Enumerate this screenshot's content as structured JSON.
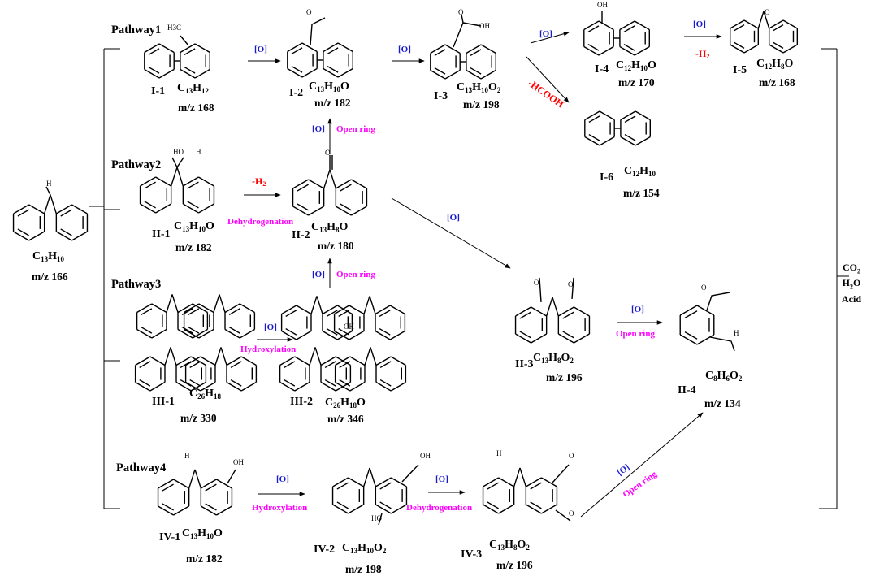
{
  "pathway_labels": [
    "Pathway1",
    "Pathway2",
    "Pathway3",
    "Pathway4"
  ],
  "parent": {
    "formula": [
      "C",
      "13",
      "H",
      "10"
    ],
    "mz": "m/z 166",
    "atom_h": "H"
  },
  "compounds": {
    "I-1": {
      "label": "I-1",
      "formula": [
        "C",
        "13",
        "H",
        "12"
      ],
      "mz": "m/z 168",
      "atoms": "H3C"
    },
    "I-2": {
      "label": "I-2",
      "formula": [
        "C",
        "13",
        "H",
        "10",
        "O"
      ],
      "mz": "m/z 182",
      "atoms": "O"
    },
    "I-3": {
      "label": "I-3",
      "formula": [
        "C",
        "13",
        "H",
        "10",
        "O",
        "2"
      ],
      "mz": "m/z 198",
      "atoms": "O",
      "atoms2": "OH"
    },
    "I-4": {
      "label": "I-4",
      "formula": [
        "C",
        "12",
        "H",
        "10",
        "O"
      ],
      "mz": "m/z 170",
      "atoms": "OH"
    },
    "I-5": {
      "label": "I-5",
      "formula": [
        "C",
        "12",
        "H",
        "8",
        "O"
      ],
      "mz": "m/z 168",
      "atoms": "O"
    },
    "I-6": {
      "label": "I-6",
      "formula": [
        "C",
        "12",
        "H",
        "10"
      ],
      "mz": "m/z 154"
    },
    "II-1": {
      "label": "II-1",
      "formula": [
        "C",
        "13",
        "H",
        "10",
        "O"
      ],
      "mz": "m/z 182",
      "atoms": "HO",
      "atoms2": "H"
    },
    "II-2": {
      "label": "II-2",
      "formula": [
        "C",
        "13",
        "H",
        "8",
        "O"
      ],
      "mz": "m/z 180",
      "atoms": "O"
    },
    "II-3": {
      "label": "II-3",
      "formula": [
        "C",
        "13",
        "H",
        "8",
        "O",
        "2"
      ],
      "mz": "m/z 196",
      "atoms": "O"
    },
    "II-4": {
      "label": "II-4",
      "formula": [
        "C",
        "8",
        "H",
        "6",
        "O",
        "2"
      ],
      "mz": "m/z 134",
      "atoms": "O",
      "atoms2": "H"
    },
    "III-1": {
      "label": "III-1",
      "formula": [
        "C",
        "26",
        "H",
        "18"
      ],
      "mz": "m/z 330"
    },
    "III-2": {
      "label": "III-2",
      "formula": [
        "C",
        "26",
        "H",
        "18",
        "O"
      ],
      "mz": "m/z 346",
      "atoms": "OH"
    },
    "IV-1": {
      "label": "IV-1",
      "formula": [
        "C",
        "13",
        "H",
        "10",
        "O"
      ],
      "mz": "m/z 182",
      "atoms": "OH",
      "atoms2": "H"
    },
    "IV-2": {
      "label": "IV-2",
      "formula": [
        "C",
        "13",
        "H",
        "10",
        "O",
        "2"
      ],
      "mz": "m/z 198",
      "atoms": "OH",
      "atoms2": "HO"
    },
    "IV-3": {
      "label": "IV-3",
      "formula": [
        "C",
        "13",
        "H",
        "8",
        "O",
        "2"
      ],
      "mz": "m/z 196",
      "atoms": "O",
      "atoms2": "H"
    }
  },
  "arrow_labels": {
    "oxidation": "[O]",
    "dehydrogenation_h2": [
      "-H",
      "2"
    ],
    "formic_acid_loss": "-HCOOH",
    "open_ring": "Open ring",
    "dehydrogenation": "Dehydrogenation",
    "hydroxylation": "Hydroxylation"
  },
  "final_products": [
    "CO",
    "2",
    "H",
    "2",
    "O",
    "Acid"
  ],
  "colors": {
    "oxidant": "#1a1acd",
    "process": "#ff00ff",
    "loss": "#ff0000",
    "ink": "#000000"
  }
}
